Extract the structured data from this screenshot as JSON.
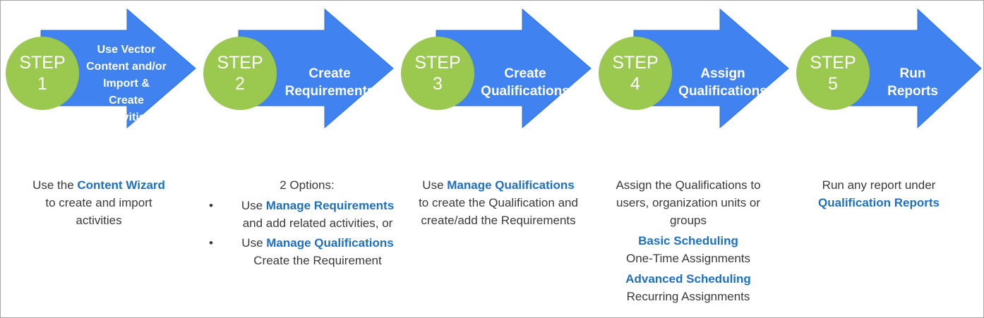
{
  "colors": {
    "arrow": "#3f82f0",
    "arrow_edge": "#3670d6",
    "circle": "#9bc94f",
    "link": "#1f6fbf",
    "text": "#3a3a3a"
  },
  "steps": [
    {
      "step_word": "STEP",
      "number": "1",
      "arrow_lines": [
        "Use Vector",
        "Content and/or",
        "Import &",
        "Create",
        "Activities"
      ],
      "desc": {
        "pre": "Use the ",
        "link": "Content Wizard",
        "post": "to create and import activities"
      }
    },
    {
      "step_word": "STEP",
      "number": "2",
      "arrow_lines": [
        "Create",
        "Requirements"
      ],
      "desc": {
        "intro": "2 Options:",
        "options": [
          {
            "pre": "Use ",
            "link": "Manage Requirements",
            "post": "and add related activities, or"
          },
          {
            "pre": "Use ",
            "link": "Manage Qualifications",
            "post": "Create the Requirement"
          }
        ]
      }
    },
    {
      "step_word": "STEP",
      "number": "3",
      "arrow_lines": [
        "Create",
        "Qualifications"
      ],
      "desc": {
        "pre": "Use ",
        "link": "Manage Qualifications",
        "post": "to create the Qualification and create/add the Requirements"
      }
    },
    {
      "step_word": "STEP",
      "number": "4",
      "arrow_lines": [
        "Assign",
        "Qualifications"
      ],
      "desc": {
        "text": "Assign the Qualifications to users, organization units or groups",
        "basic_link": "Basic Scheduling",
        "basic_text": "One-Time Assignments",
        "advanced_link": "Advanced Scheduling",
        "advanced_text": "Recurring Assignments"
      }
    },
    {
      "step_word": "STEP",
      "number": "5",
      "arrow_lines": [
        "Run",
        "Reports"
      ],
      "desc": {
        "pre": "Run any report under",
        "link": "Qualification Reports"
      }
    }
  ]
}
